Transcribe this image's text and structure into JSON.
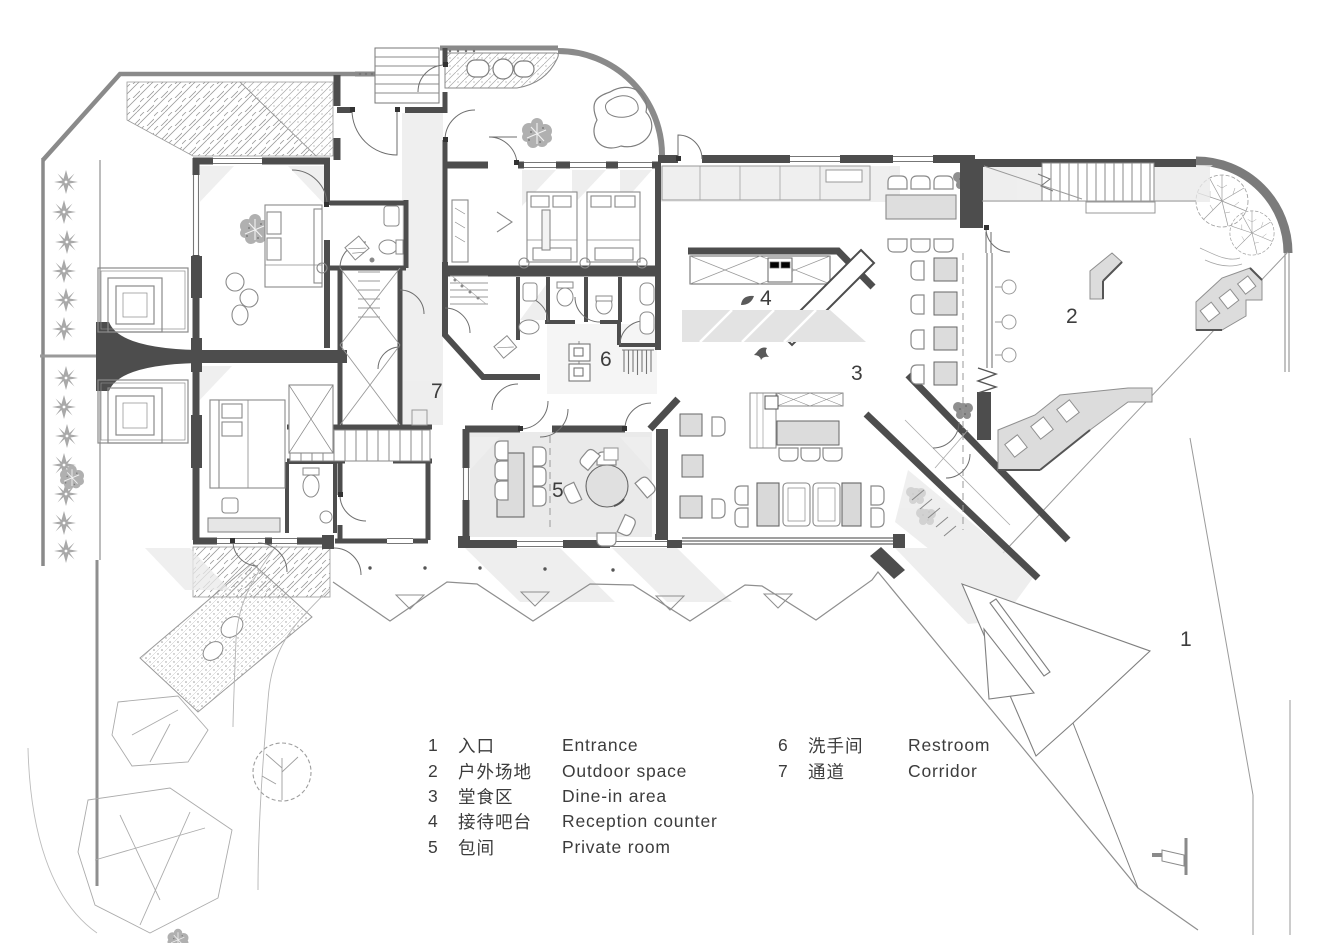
{
  "legend": {
    "items": [
      {
        "num": "1",
        "zh": "入口",
        "en": "Entrance"
      },
      {
        "num": "2",
        "zh": "户外场地",
        "en": "Outdoor space"
      },
      {
        "num": "3",
        "zh": "堂食区",
        "en": "Dine-in area"
      },
      {
        "num": "4",
        "zh": "接待吧台",
        "en": "Reception counter"
      },
      {
        "num": "5",
        "zh": "包间",
        "en": "Private room"
      },
      {
        "num": "6",
        "zh": "洗手间",
        "en": "Restroom"
      },
      {
        "num": "7",
        "zh": "通道",
        "en": "Corridor"
      }
    ]
  },
  "plan": {
    "labels": [
      {
        "key": "entrance",
        "text": "1"
      },
      {
        "key": "outdoor-space",
        "text": "2"
      },
      {
        "key": "dine-in-area",
        "text": "3"
      },
      {
        "key": "reception-counter",
        "text": "4"
      },
      {
        "key": "private-room",
        "text": "5"
      },
      {
        "key": "restroom",
        "text": "6"
      },
      {
        "key": "corridor",
        "text": "7"
      }
    ]
  },
  "icons": {
    "star-shrub-icon": "8-point planting star",
    "leaf-tree-icon": "round foliage tree",
    "pine-tree-icon": "needle pine tree",
    "bird-icon": "swallow silhouette",
    "faucet-icon": "outdoor tap"
  },
  "colors": {
    "wall": "#4d4d4d",
    "boundary": "#8a8a8a",
    "light_fill": "#e9e9e9",
    "furniture": "#dcdcdc",
    "text": "#3c3c3c"
  }
}
